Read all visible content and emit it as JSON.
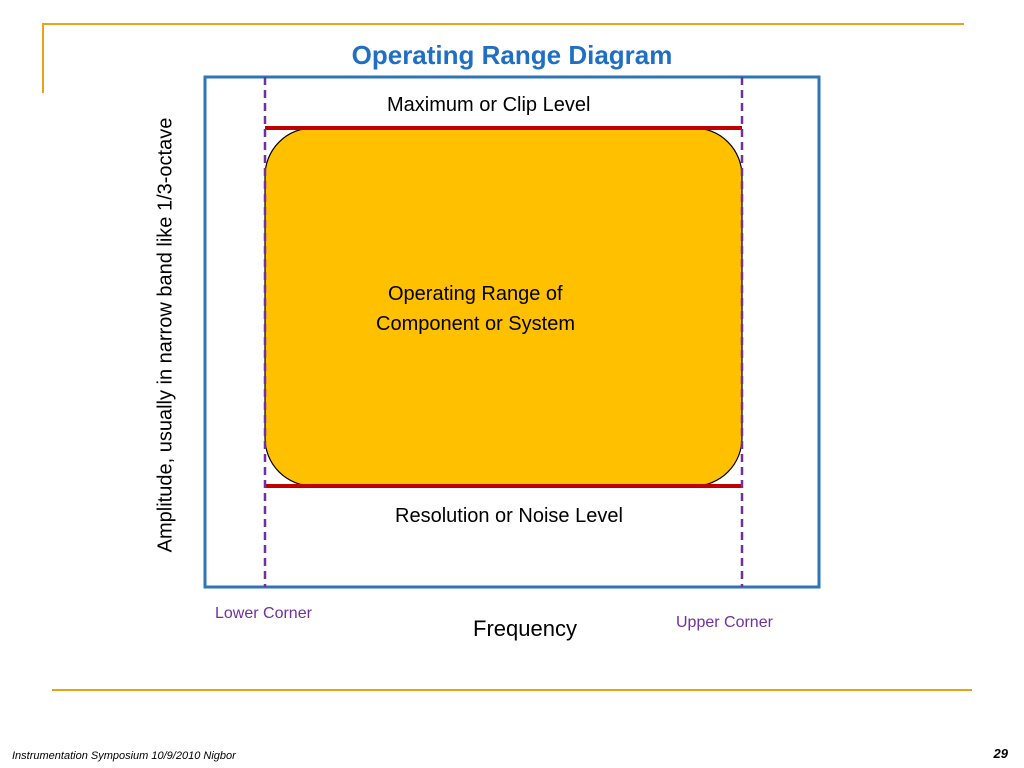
{
  "slide": {
    "title": "Operating Range Diagram",
    "page_number": "29",
    "footer": "Instrumentation Symposium 10/9/2010 Nigbor"
  },
  "diagram": {
    "max_level_label": "Maximum or Clip Level",
    "noise_level_label": "Resolution or Noise Level",
    "region_label_line1": "Operating Range of",
    "region_label_line2": "Component or System",
    "y_axis_label": "Amplitude, usually in narrow band like 1/3-octave",
    "x_axis_label": "Frequency",
    "lower_corner_label": "Lower Corner",
    "upper_corner_label": "Upper Corner"
  },
  "colors": {
    "title": "#1F6FC5",
    "accent_gold": "#E8A317",
    "frame_blue": "#2E75B6",
    "region_fill": "#FFC000",
    "limit_red": "#C00000",
    "corner_purple": "#7030A0"
  }
}
